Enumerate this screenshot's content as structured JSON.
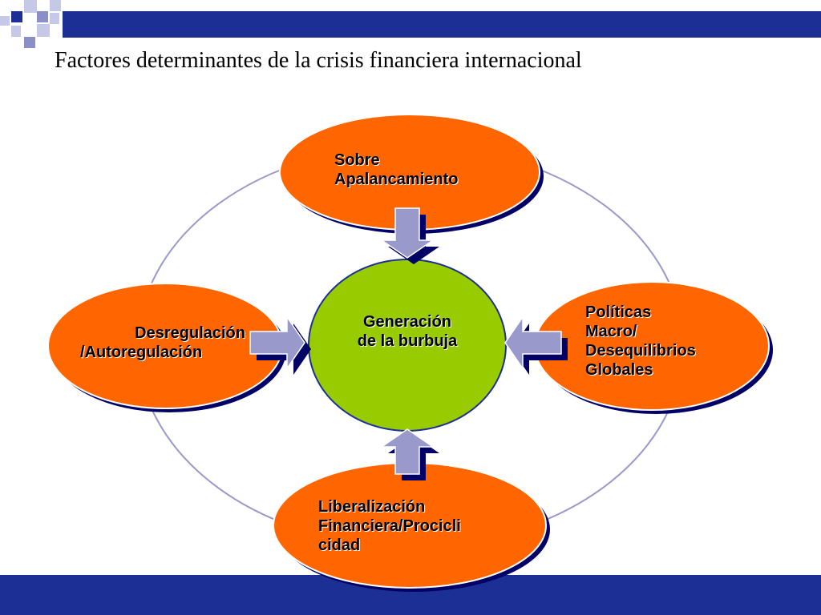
{
  "slide": {
    "title": "Factores determinantes de la crisis financiera internacional"
  },
  "colors": {
    "brand_blue": "#1c2f94",
    "outer_node": "#ff6600",
    "center_node": "#99cc00",
    "arrow_fill": "#9999cc",
    "orbit_line": "#9999cc"
  },
  "diagram": {
    "center": {
      "line1": "Generación",
      "line2": "de la burbuja"
    },
    "top": {
      "line1": "Sobre",
      "line2": "Apalancamiento"
    },
    "left": {
      "line1": "Desregulación",
      "line2": "/Autoregulación"
    },
    "right": {
      "line1": "Políticas",
      "line2": "Macro/",
      "line3": "Desequilibrios",
      "line4": "Globales"
    },
    "bottom": {
      "line1": "Liberalización",
      "line2": "Financiera/Procicli",
      "line3": "cidad"
    }
  }
}
